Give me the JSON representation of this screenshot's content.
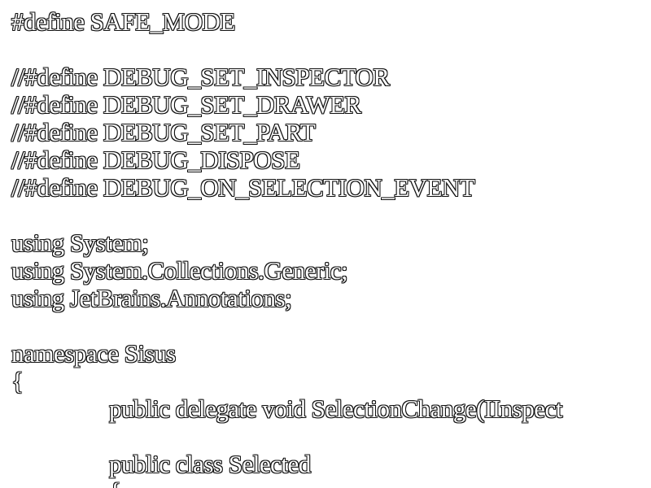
{
  "lines": [
    "#define SAFE_MODE",
    "",
    "//#define DEBUG_SET_INSPECTOR",
    "//#define DEBUG_SET_DRAWER",
    "//#define DEBUG_SET_PART",
    "//#define DEBUG_DISPOSE",
    "//#define DEBUG_ON_SELECTION_EVENT",
    "",
    "using System;",
    "using System.Collections.Generic;",
    "using JetBrains.Annotations;",
    "",
    "namespace Sisus",
    "{",
    "public delegate void SelectionChange(IInspect",
    "",
    "public class Selected",
    "{"
  ]
}
